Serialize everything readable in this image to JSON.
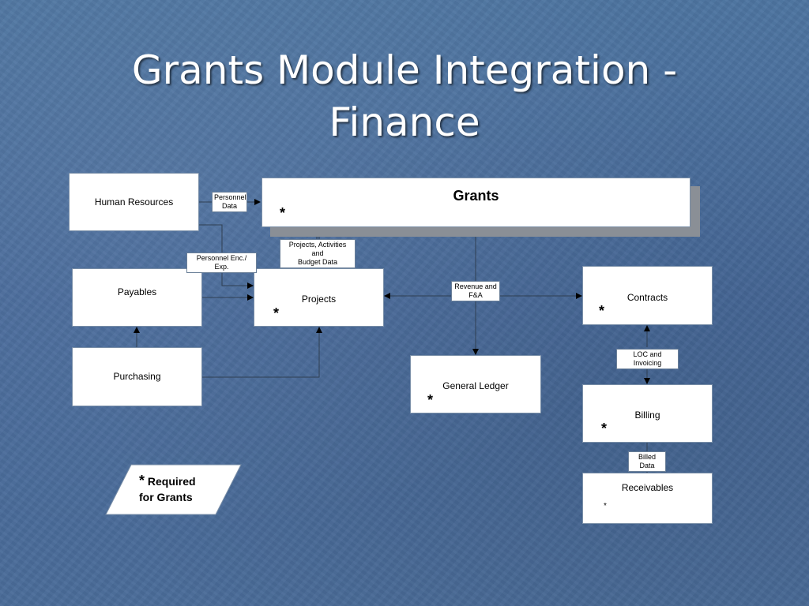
{
  "slide": {
    "title_line1": "Grants Module Integration -",
    "title_line2": "Finance"
  },
  "boxes": {
    "human_resources": "Human Resources",
    "grants": "Grants",
    "payables": "Payables",
    "projects": "Projects",
    "contracts": "Contracts",
    "purchasing": "Purchasing",
    "general_ledger": "General Ledger",
    "billing": "Billing",
    "receivables": "Receivables"
  },
  "flows": {
    "personnel_data_line1": "Personnel",
    "personnel_data_line2": "Data",
    "personnel_enc_exp": "Personnel Enc./ Exp.",
    "projects_activities_line1": "Projects, Activities and",
    "projects_activities_line2": "Budget Data",
    "revenue_fa_line1": "Revenue and",
    "revenue_fa_line2": "F&A",
    "loc_invoicing": "LOC and Invoicing",
    "billed_data": "Billed Data"
  },
  "markers": {
    "required_star": "*",
    "small_star": "*"
  },
  "legend": {
    "star": "*",
    "line1": "Required",
    "line2": "for Grants"
  }
}
